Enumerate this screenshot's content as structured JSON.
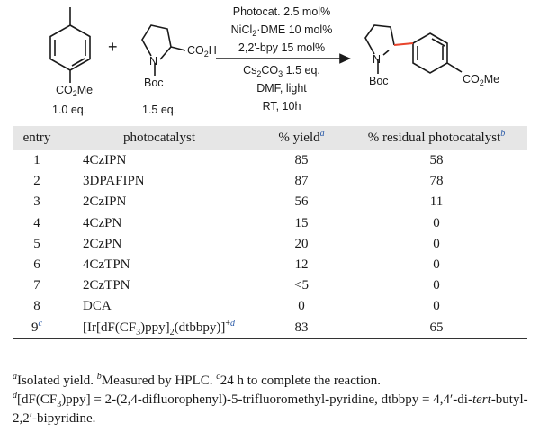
{
  "scheme": {
    "reagent1": {
      "group": "CO2Me",
      "equiv": "1.0 eq."
    },
    "reagent2": {
      "n_group": "N",
      "protecting": "Boc",
      "acid": "CO2H",
      "equiv": "1.5 eq."
    },
    "plus": "+",
    "conditions": [
      "Photocat. 2.5 mol%",
      "NiCl2·DME 10 mol%",
      "2,2'-bpy 15 mol%",
      "Cs2CO3 1.5 eq.",
      "DMF, light",
      "RT, 10h"
    ],
    "product": {
      "n_group": "N",
      "protecting": "Boc",
      "ester": "CO2Me"
    },
    "colors": {
      "bond_highlight": "#e8442c",
      "footnote_mark": "#2a5aa8",
      "header_bg": "#e6e6e6"
    }
  },
  "table": {
    "headers": {
      "entry": "entry",
      "photocatalyst": "photocatalyst",
      "yield": "% yield",
      "yield_note": "a",
      "residual": "% residual photocatalyst",
      "residual_note": "b"
    },
    "rows": [
      {
        "entry": "1",
        "cat": "4CzIPN",
        "yield": "85",
        "residual": "58"
      },
      {
        "entry": "2",
        "cat": "3DPAFIPN",
        "yield": "87",
        "residual": "78"
      },
      {
        "entry": "3",
        "cat": "2CzIPN",
        "yield": "56",
        "residual": "11"
      },
      {
        "entry": "4",
        "cat": "4CzPN",
        "yield": "15",
        "residual": "0"
      },
      {
        "entry": "5",
        "cat": "2CzPN",
        "yield": "20",
        "residual": "0"
      },
      {
        "entry": "6",
        "cat": "4CzTPN",
        "yield": "12",
        "residual": "0"
      },
      {
        "entry": "7",
        "cat": "2CzTPN",
        "yield": "<5",
        "residual": "0"
      },
      {
        "entry": "8",
        "cat": "DCA",
        "yield": "0",
        "residual": "0"
      },
      {
        "entry": "9",
        "entry_note": "c",
        "cat": "[Ir[dF(CF3)ppy]2(dtbbpy)]+",
        "cat_note": "d",
        "yield": "83",
        "residual": "65"
      }
    ]
  },
  "footnotes": {
    "a": {
      "mark": "a",
      "text": "Isolated yield."
    },
    "b": {
      "mark": "b",
      "text": "Measured by HPLC."
    },
    "c": {
      "mark": "c",
      "text": "24 h to complete the reaction."
    },
    "d": {
      "mark": "d",
      "text": "[dF(CF3)ppy] = 2-(2,4-difluorophenyl)-5-trifluoromethyl-pyridine, dtbbpy = 4,4′-di-tert-butyl-2,2′-bipyridine."
    }
  }
}
